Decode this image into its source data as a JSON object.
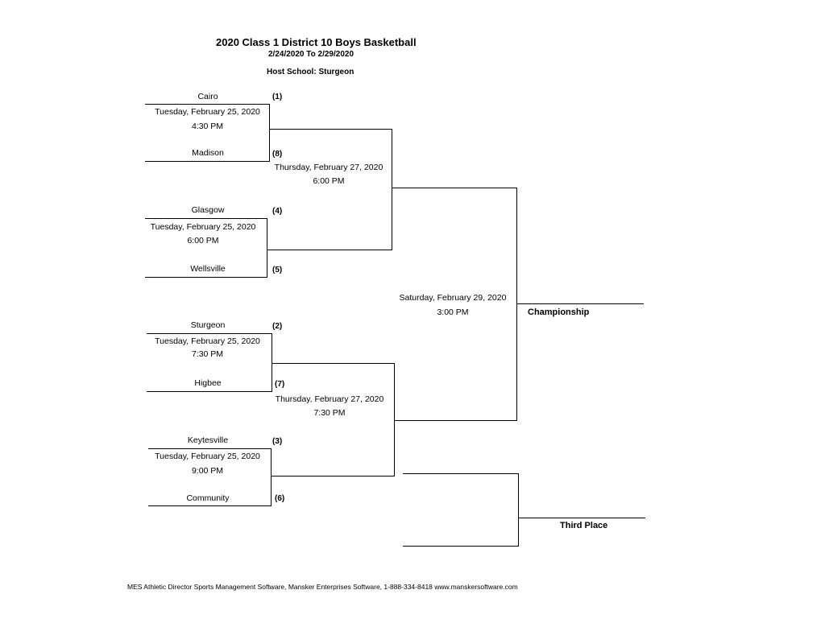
{
  "header": {
    "title": "2020 Class 1 District 10 Boys Basketball",
    "dates": "2/24/2020 To 2/29/2020",
    "host": "Host School:  Sturgeon"
  },
  "round1": [
    {
      "top_team": "Cairo",
      "top_seed": "(1)",
      "date": "Tuesday, February 25, 2020",
      "time": "4:30 PM",
      "bottom_team": "Madison",
      "bottom_seed": "(8)"
    },
    {
      "top_team": "Glasgow",
      "top_seed": "(4)",
      "date": "Tuesday, February 25, 2020",
      "time": "6:00 PM",
      "bottom_team": "Wellsville",
      "bottom_seed": "(5)"
    },
    {
      "top_team": "Sturgeon",
      "top_seed": "(2)",
      "date": "Tuesday, February 25, 2020",
      "time": "7:30 PM",
      "bottom_team": "Higbee",
      "bottom_seed": "(7)"
    },
    {
      "top_team": "Keytesville",
      "top_seed": "(3)",
      "date": "Tuesday, February 25, 2020",
      "time": "9:00 PM",
      "bottom_team": "Community",
      "bottom_seed": "(6)"
    }
  ],
  "semifinals": [
    {
      "date": "Thursday, February 27, 2020",
      "time": "6:00 PM"
    },
    {
      "date": "Thursday, February 27, 2020",
      "time": "7:30 PM"
    }
  ],
  "final": {
    "date": "Saturday, February 29, 2020",
    "time": "3:00 PM",
    "label": "Championship"
  },
  "third_place": {
    "label": "Third Place"
  },
  "footer": "MES Athletic Director Sports Management Software, Mansker Enterprises Software, 1-888-334-8418   www.manskersoftware.com"
}
